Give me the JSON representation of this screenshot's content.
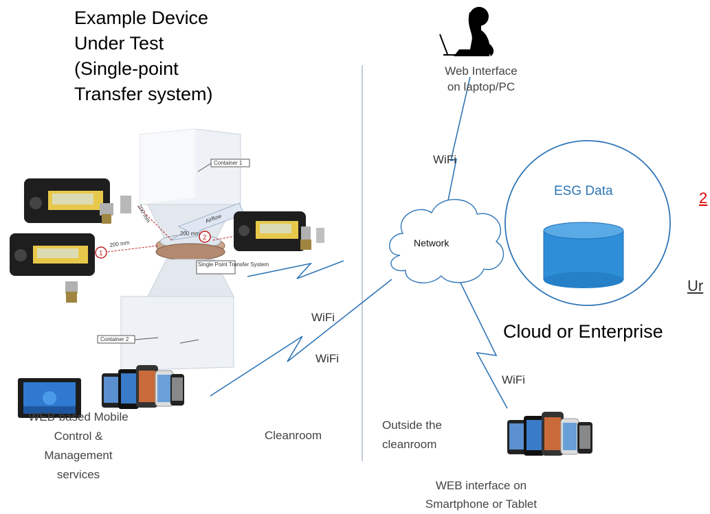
{
  "title": {
    "line1": "Example Device",
    "line2": "Under Test",
    "line3": "(Single-point",
    "line4": "Transfer system)"
  },
  "apparatus": {
    "container1": "Container 1",
    "container2": "Container 2",
    "airflow": "Airflow",
    "dist1": "200 mm",
    "dist2": "200 mm",
    "dist3": "200 mm",
    "marker1": "1",
    "marker2": "2",
    "spts": "Single Point Transfer System"
  },
  "laptop": {
    "line1": "Web Interface",
    "line2": "on laptop/PC"
  },
  "network": {
    "label": "Network"
  },
  "esg": {
    "label": "ESG Data"
  },
  "cloud": {
    "label": "Cloud or Enterprise"
  },
  "partial": {
    "red_text": "2",
    "under_text": "Ur"
  },
  "wifi": {
    "top": "WiFi",
    "left_mid": "WiFi",
    "left_low": "WiFi",
    "bottom": "WiFi"
  },
  "mobile": {
    "line1": "WEB-based Mobile",
    "line2": "Control &",
    "line3": "Management",
    "line4": "services"
  },
  "zones": {
    "inside": "Cleanroom",
    "outside_line1": "Outside the",
    "outside_line2": "cleanroom"
  },
  "smartphone": {
    "line1": "WEB interface on",
    "line2": "Smartphone or Tablet"
  },
  "colors": {
    "link": "#2e75b6",
    "db_fill": "#2e8fd8",
    "circle": "#2e75b6",
    "divider": "#9aa9c0"
  }
}
